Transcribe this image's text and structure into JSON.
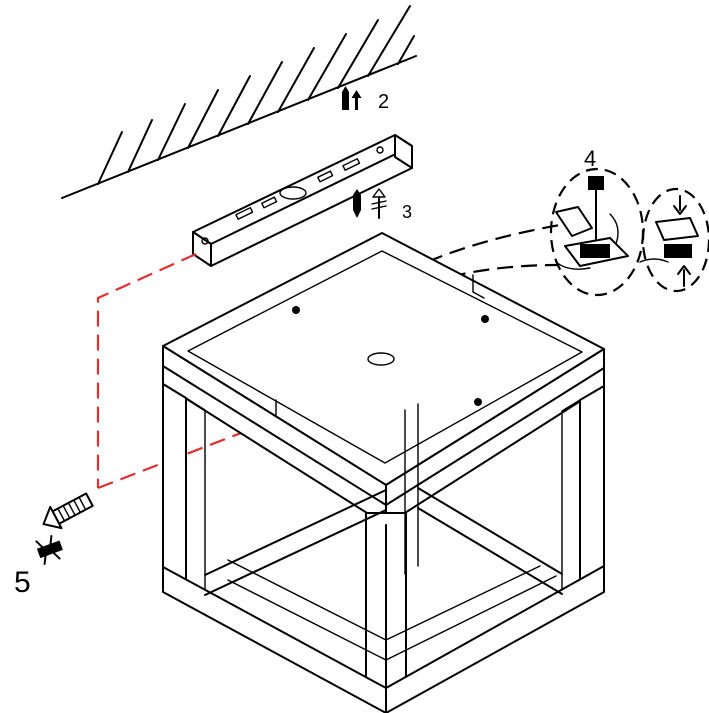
{
  "steps": {
    "label_2": "2",
    "label_3": "3",
    "label_4": "4",
    "label_5": "5"
  },
  "colors": {
    "line": "#000000",
    "guide": "#e03030",
    "background": "#ffffff"
  },
  "icons": [
    "anchor-screw-icon",
    "up-arrow-icon",
    "wire-connector-icon",
    "bolt-icon"
  ]
}
